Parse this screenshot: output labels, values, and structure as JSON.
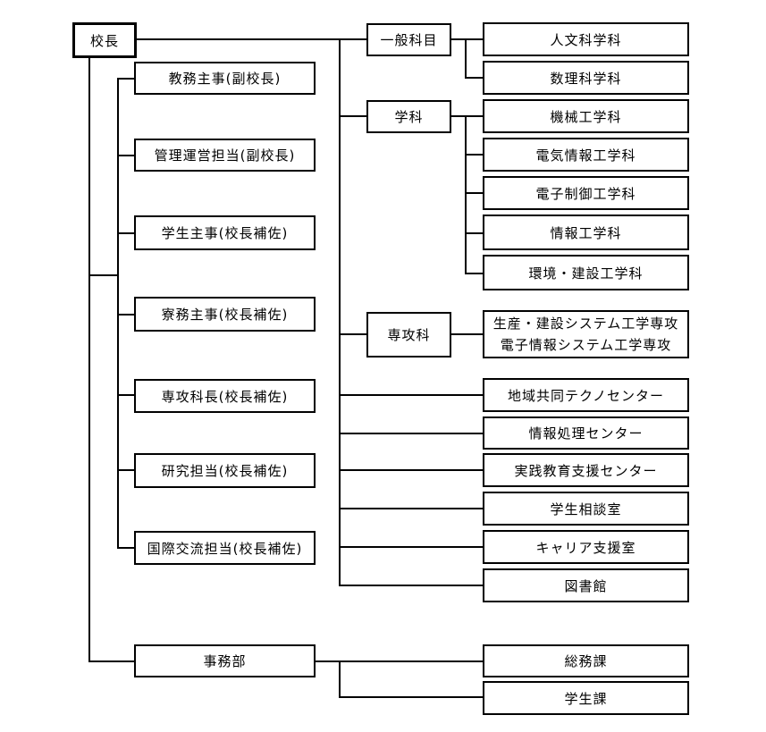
{
  "principal": "校長",
  "deputies": [
    "教務主事(副校長)",
    "管理運営担当(副校長)",
    "学生主事(校長補佐)",
    "寮務主事(校長補佐)",
    "専攻科長(校長補佐)",
    "研究担当(校長補佐)",
    "国際交流担当(校長補佐)"
  ],
  "general_subjects": {
    "label": "一般科目",
    "children": [
      "人文科学科",
      "数理科学科"
    ]
  },
  "departments": {
    "label": "学科",
    "children": [
      "機械工学科",
      "電気情報工学科",
      "電子制御工学科",
      "情報工学科",
      "環境・建設工学科"
    ]
  },
  "advanced_course": {
    "label": "専攻科",
    "children": [
      "生産・建設システム工学専攻",
      "電子情報システム工学専攻"
    ]
  },
  "centers": [
    "地域共同テクノセンター",
    "情報処理センター",
    "実践教育支援センター",
    "学生相談室",
    "キャリア支援室",
    "図書館"
  ],
  "admin_office": {
    "label": "事務部",
    "children": [
      "総務課",
      "学生課"
    ]
  }
}
